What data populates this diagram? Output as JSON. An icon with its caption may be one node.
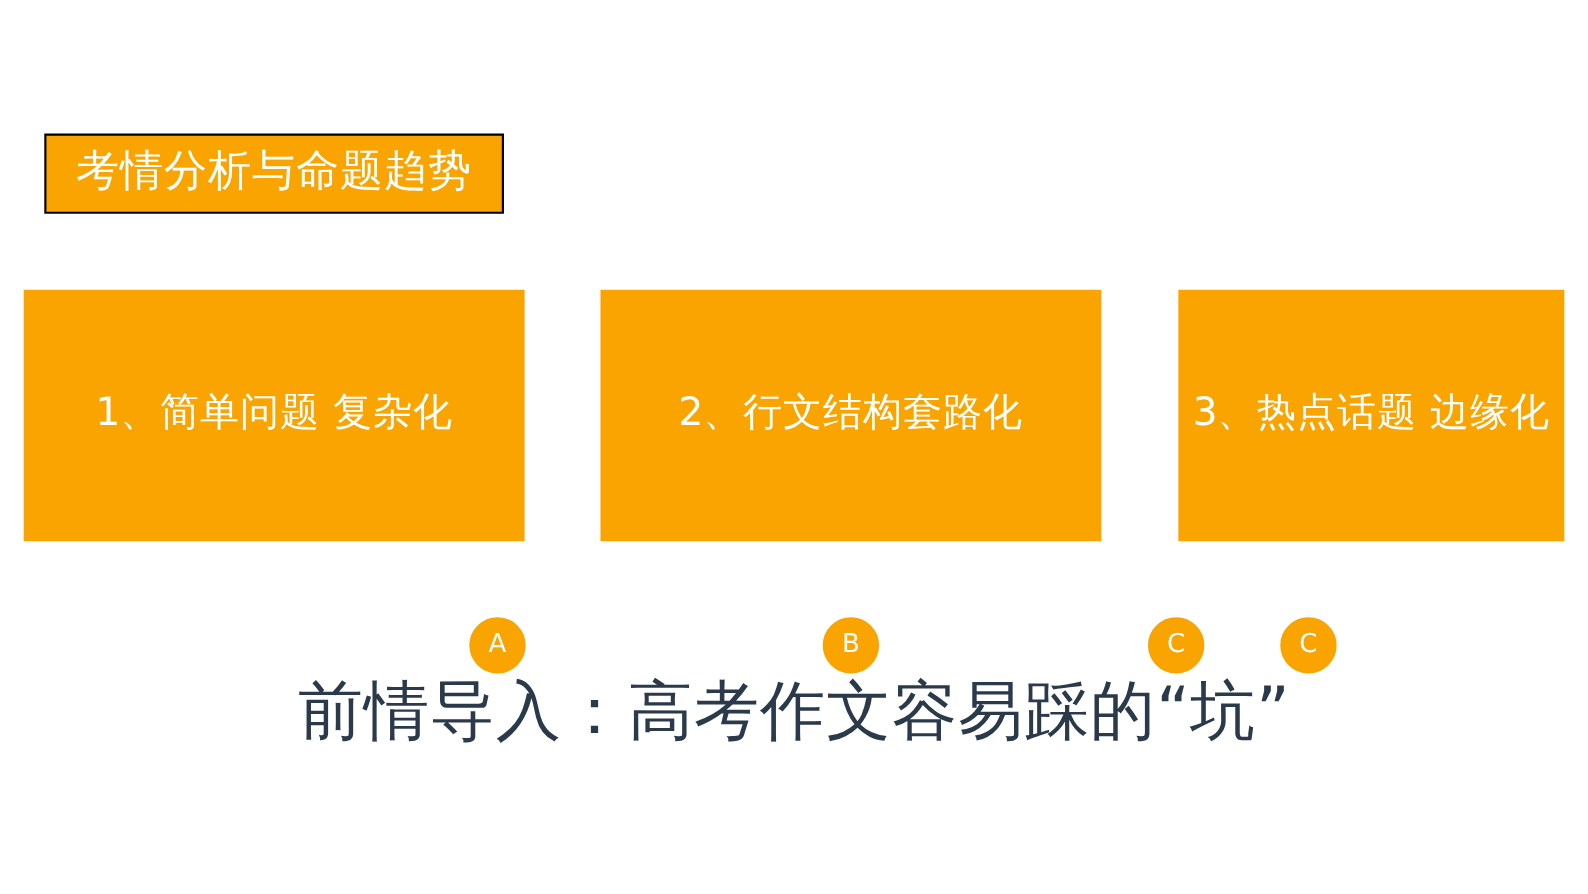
{
  "diagram": {
    "title": "前情导入：高考作文容易踩的“坑”",
    "nodes": [
      {
        "text": [
          "考情分析与命题趋势"
        ]
      },
      {
        "text": [
          "1、简单问题 复杂化"
        ]
      },
      {
        "text": [
          "2、行文结构套路化"
        ]
      },
      {
        "text": [
          "3、热点话题 边缘化"
        ]
      },
      {
        "text": [
          "A"
        ]
      },
      {
        "text": [
          "B"
        ]
      },
      {
        "text": [
          "C"
        ]
      },
      {
        "text": [
          "C"
        ]
      }
    ],
    "edges": []
  }
}
